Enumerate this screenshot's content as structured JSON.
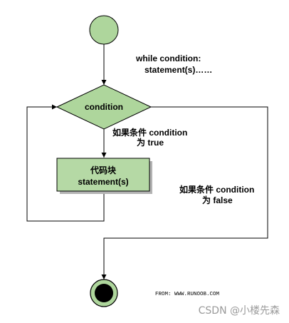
{
  "diagram": {
    "annotation": {
      "line1": "while condition:",
      "line2": "statement(s)……"
    },
    "nodes": {
      "start": {
        "shape": "circle"
      },
      "condition": {
        "shape": "diamond",
        "label": "condition"
      },
      "code_block": {
        "shape": "rectangle",
        "line1": "代码块",
        "line2": "statement(s)"
      },
      "end": {
        "shape": "double-circle"
      }
    },
    "edges": {
      "true_branch": {
        "line1": "如果条件 condition",
        "line2": "为 true"
      },
      "false_branch": {
        "line1": "如果条件 condition",
        "line2": "为 false"
      }
    },
    "source_credit": "FROM: WWW.RUNOOB.COM"
  },
  "watermark": "CSDN @小楼先森",
  "colors": {
    "node_fill": "#aed69c",
    "block_fill": "#b5d9a5",
    "stroke": "#000000",
    "watermark": "#9a9a9a"
  }
}
